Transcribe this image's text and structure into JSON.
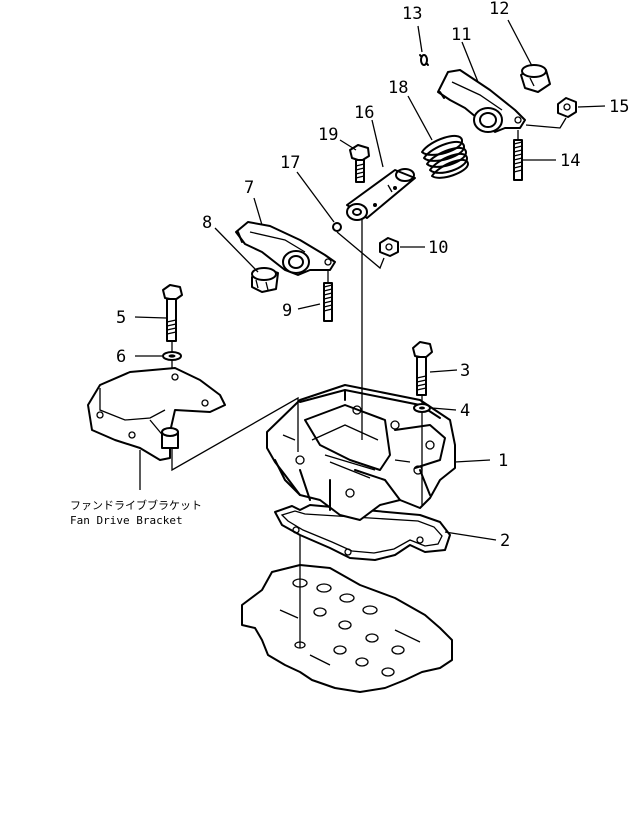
{
  "callouts": [
    "1",
    "2",
    "3",
    "4",
    "5",
    "6",
    "7",
    "8",
    "9",
    "10",
    "11",
    "12",
    "13",
    "14",
    "15",
    "16",
    "17",
    "18",
    "19"
  ],
  "caption": {
    "jp": "ファンドライブブラケット",
    "en": "Fan Drive Bracket"
  },
  "icons": [
    "rocker-arm",
    "bushing",
    "bolt",
    "washer",
    "nut",
    "spring",
    "shaft",
    "bracket",
    "rocker-housing",
    "gasket",
    "cylinder-head"
  ]
}
